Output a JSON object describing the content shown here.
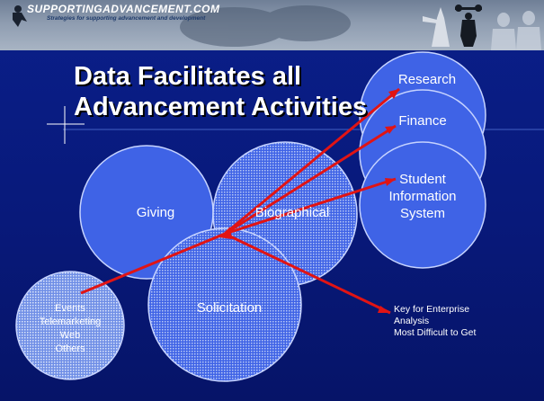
{
  "header": {
    "logo_text": "SUPPORTINGADVANCEMENT.COM",
    "tagline": "Strategies for supporting advancement and development"
  },
  "title": {
    "line1": "Data Facilitates all",
    "line2": "Advancement Activities"
  },
  "circles": {
    "research": "Research",
    "finance": "Finance",
    "student_line1": "Student",
    "student_line2": "Information",
    "student_line3": "System",
    "giving": "Giving",
    "biographical": "Biographical",
    "solicitation": "Solicitation",
    "events_items": [
      "Events",
      "Telemarketing",
      "Web",
      "Others"
    ]
  },
  "key_note": {
    "line1": "Key for Enterprise",
    "line2": "Analysis",
    "line3": "Most Difficult to Get"
  },
  "colors": {
    "background": "#0a1f8a",
    "circle_fill": "#3f63e6",
    "arrow": "#e11414",
    "text": "#ffffff"
  }
}
